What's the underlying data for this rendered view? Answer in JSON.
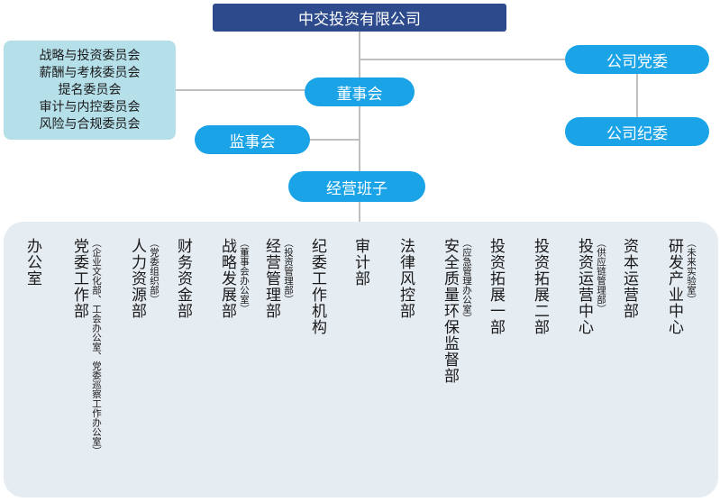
{
  "company": {
    "name": "中交投资有限公司"
  },
  "board": {
    "label": "董事会"
  },
  "supervisory": {
    "label": "监事会"
  },
  "management": {
    "label": "经营班子"
  },
  "party_committee": {
    "label": "公司党委"
  },
  "discipline_committee": {
    "label": "公司纪委"
  },
  "committees": [
    "战略与投资委员会",
    "薪酬与考核委员会",
    "提名委员会",
    "审计与内控委员会",
    "风险与合规委员会"
  ],
  "departments": [
    {
      "name": "办公室",
      "note": ""
    },
    {
      "name": "党委工作部",
      "note": "（企业文化部、工会办公室、党委巡察工作办公室）"
    },
    {
      "name": "人力资源部",
      "note": "（党委组织部）"
    },
    {
      "name": "财务资金部",
      "note": ""
    },
    {
      "name": "战略发展部",
      "note": "（董事会办公室）"
    },
    {
      "name": "经营管理部",
      "note": "（投资管理部）"
    },
    {
      "name": "纪委工作机构",
      "note": ""
    },
    {
      "name": "审计部",
      "note": ""
    },
    {
      "name": "法律风控部",
      "note": ""
    },
    {
      "name": "安全质量环保监督部",
      "note": "（应急管理办公室）"
    },
    {
      "name": "投资拓展一部",
      "note": ""
    },
    {
      "name": "投资拓展二部",
      "note": ""
    },
    {
      "name": "投资运营中心",
      "note": "（供应链管理部）"
    },
    {
      "name": "资本运营部",
      "note": ""
    },
    {
      "name": "研发产业中心",
      "note": "（未来实验室）"
    }
  ],
  "colors": {
    "top_box": "#2d4b8c",
    "pill": "#1aa3e6",
    "committee_box": "#b5dfe9",
    "panel": "#e5ecf2",
    "connector": "#bfbfbf"
  }
}
